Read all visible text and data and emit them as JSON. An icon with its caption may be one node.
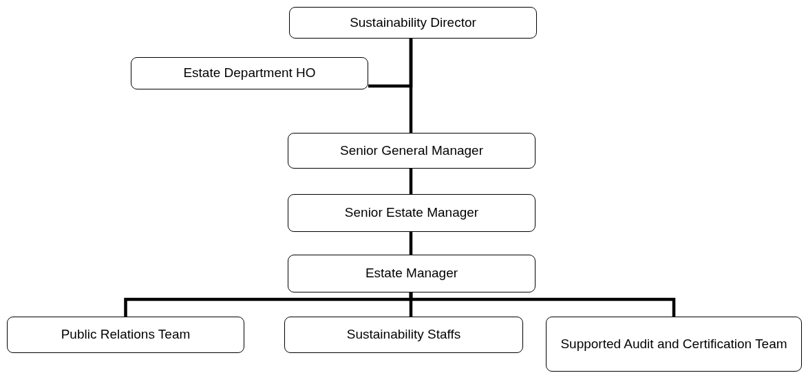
{
  "diagram": {
    "nodes": [
      {
        "text": [
          "Sustainability Director"
        ]
      },
      {
        "text": [
          "Estate Department HO"
        ]
      },
      {
        "text": [
          "Senior General Manager"
        ]
      },
      {
        "text": [
          "Senior Estate Manager"
        ]
      },
      {
        "text": [
          "Estate Manager"
        ]
      },
      {
        "text": [
          "Public Relations Team"
        ]
      },
      {
        "text": [
          "Sustainability Staffs"
        ]
      },
      {
        "text": [
          "Supported Audit and Certification Team"
        ]
      }
    ],
    "edges": [
      {
        "from": 0,
        "to": 1,
        "arrow": "none"
      },
      {
        "from": 0,
        "to": 2,
        "arrow": "none"
      },
      {
        "from": 2,
        "to": 3,
        "arrow": "none"
      },
      {
        "from": 3,
        "to": 4,
        "arrow": "none"
      },
      {
        "from": 4,
        "to": 5,
        "arrow": "none"
      },
      {
        "from": 4,
        "to": 6,
        "arrow": "none"
      },
      {
        "from": 4,
        "to": 7,
        "arrow": "none"
      }
    ]
  }
}
